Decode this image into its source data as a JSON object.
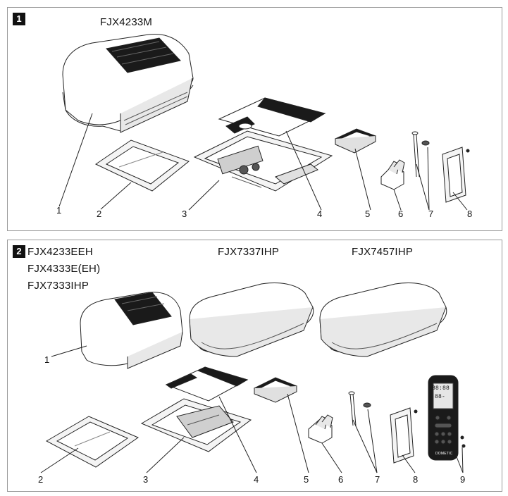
{
  "panel1": {
    "badge": "1",
    "model": "FJX4233M",
    "labels": [
      "1",
      "2",
      "3",
      "4",
      "5",
      "6",
      "7",
      "7",
      "8"
    ]
  },
  "panel2": {
    "badge": "2",
    "models_left": [
      "FJX4233EEH",
      "FJX4333E(EH)",
      "FJX7333IHP"
    ],
    "model_mid": "FJX7337IHP",
    "model_right": "FJX7457IHP",
    "labels": [
      "1",
      "2",
      "3",
      "4",
      "5",
      "6",
      "7",
      "7",
      "8",
      "9"
    ],
    "remote_display": "88:88",
    "remote_display_2": "88-",
    "brand": "DOMETIC"
  },
  "colors": {
    "line": "#222222",
    "fill_dark": "#1a1a1a",
    "grey": "#cfcfcf",
    "light": "#f4f4f4"
  }
}
